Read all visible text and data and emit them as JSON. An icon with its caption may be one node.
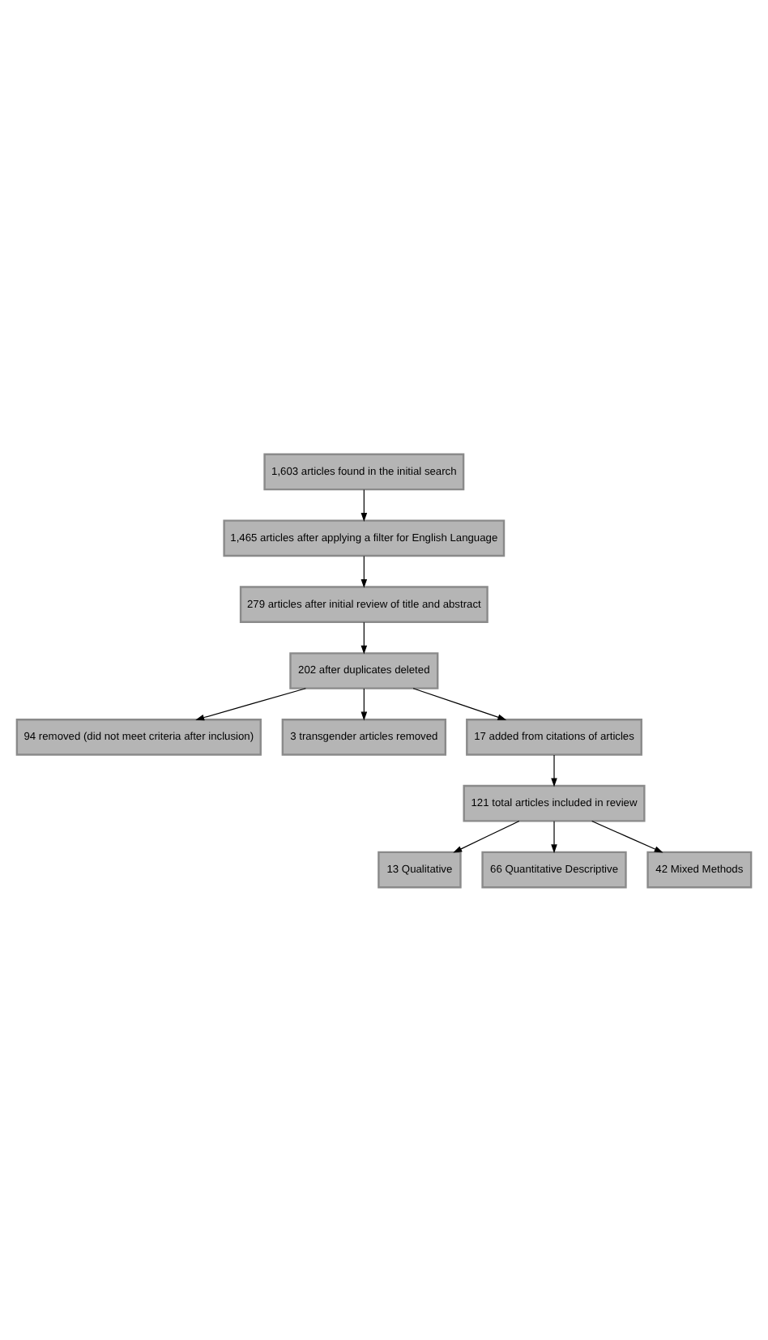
{
  "diagram": {
    "nodes": [
      {
        "text": [
          "1,603 articles found in the initial search"
        ]
      },
      {
        "text": [
          "1,465 articles after applying a filter for English Language"
        ]
      },
      {
        "text": [
          "279 articles after initial review of title and abstract"
        ]
      },
      {
        "text": [
          "202 after duplicates deleted"
        ]
      },
      {
        "text": [
          "94 removed (did not meet criteria after inclusion)"
        ]
      },
      {
        "text": [
          "3 transgender articles removed"
        ]
      },
      {
        "text": [
          "17 added from citations of articles"
        ]
      },
      {
        "text": [
          "121 total articles included in review"
        ]
      },
      {
        "text": [
          "13 Qualitative"
        ]
      },
      {
        "text": [
          "66 Quantitative Descriptive"
        ]
      },
      {
        "text": [
          "42 Mixed Methods"
        ]
      }
    ],
    "edges": [
      {
        "from": 0,
        "to": 1,
        "arrow": "to"
      },
      {
        "from": 1,
        "to": 2,
        "arrow": "to"
      },
      {
        "from": 2,
        "to": 3,
        "arrow": "to"
      },
      {
        "from": 3,
        "to": 4,
        "arrow": "to"
      },
      {
        "from": 3,
        "to": 6,
        "arrow": "to"
      },
      {
        "from": 3,
        "to": 5,
        "arrow": "to"
      },
      {
        "from": 6,
        "to": 7,
        "arrow": "to"
      },
      {
        "from": 7,
        "to": 8,
        "arrow": "to"
      },
      {
        "from": 7,
        "to": 9,
        "arrow": "to"
      },
      {
        "from": 7,
        "to": 10,
        "arrow": "to"
      }
    ]
  }
}
